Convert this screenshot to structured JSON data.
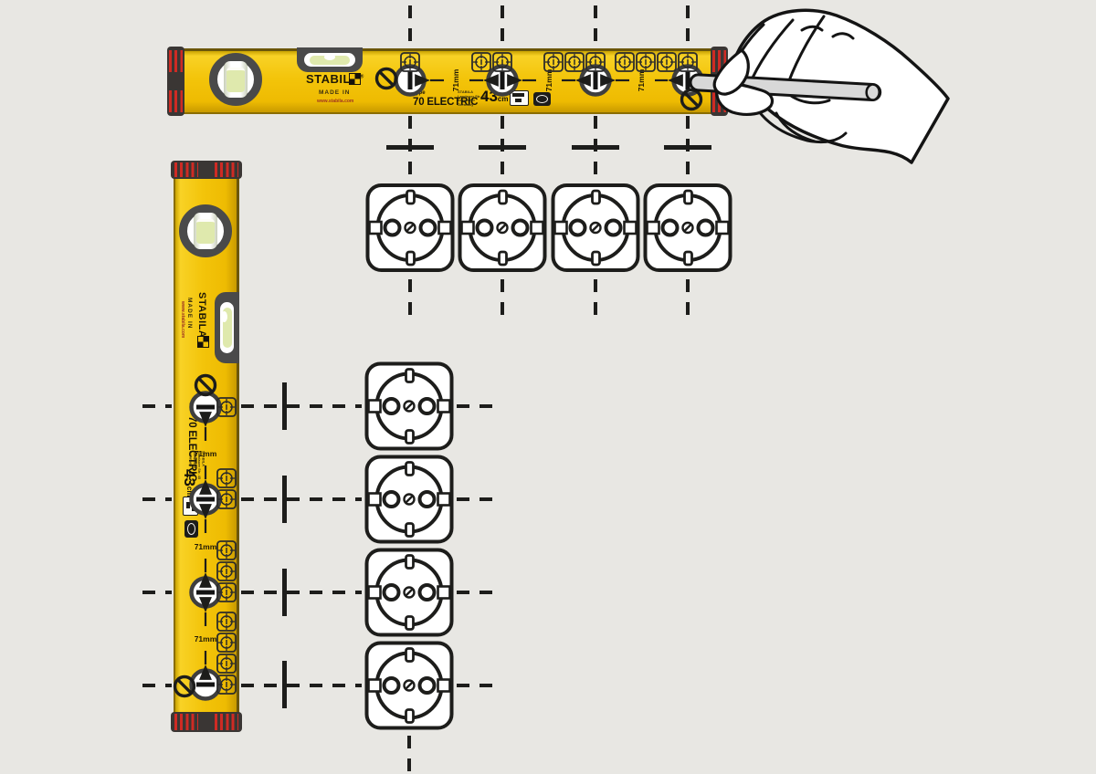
{
  "colors": {
    "background": "#e8e7e3",
    "level_yellow": "#f2c208",
    "cap_dark": "#3a3634",
    "cap_stripe_red": "#cf2b24",
    "line_dark": "#1d1d1b",
    "vial_green": "#dfe9ad",
    "pencil_gray": "#d8d8d8"
  },
  "level": {
    "brand": "STABILA",
    "registered_mark": "®",
    "made_in": "MADE IN",
    "website": "www.stabila.com",
    "type_label": "Type",
    "model": "70 ELECTRIC",
    "spacing_label": "71mm",
    "length_value": "43",
    "length_unit": "cm",
    "address_lines": [
      "STABILA",
      "Landauer Str. 45",
      "Annweiler",
      "Germany"
    ]
  },
  "icons": {
    "no_hammer": "no-hammer-icon",
    "screw_template": "screw-template-icon",
    "marking_hole": "marking-hole-icon",
    "socket": "schuko-socket-outlet",
    "hand": "hand-with-pencil-icon",
    "pencil": "pencil-icon",
    "checker_logo": "stabila-checker-logo-icon",
    "cert_badge": "certification-badge",
    "grip_badge": "grip-badge",
    "vial": "level-vial"
  }
}
